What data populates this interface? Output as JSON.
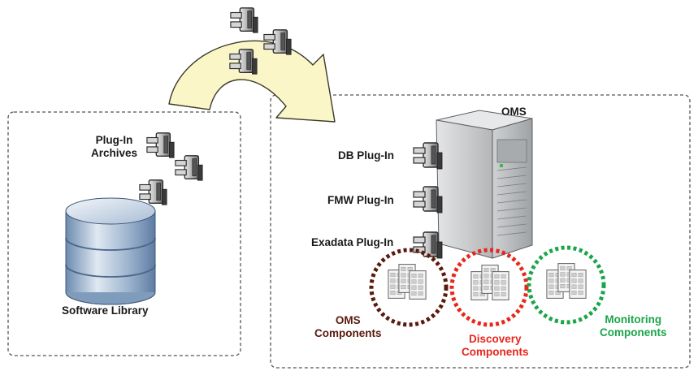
{
  "source": {
    "archives_label": "Plug-In\nArchives",
    "library_label": "Software Library"
  },
  "target": {
    "oms_label": "OMS",
    "plugins": [
      {
        "label": "DB Plug-In"
      },
      {
        "label": "FMW Plug-In"
      },
      {
        "label": "Exadata Plug-In"
      }
    ],
    "component_groups": [
      {
        "label": "OMS\nComponents",
        "color": "#5a1a0e"
      },
      {
        "label": "Discovery\nComponents",
        "color": "#e8261c"
      },
      {
        "label": "Monitoring\nComponents",
        "color": "#1aa54a"
      }
    ]
  },
  "colors": {
    "arrow_fill": "#fbf6c8",
    "arrow_stroke": "#3a3a2a",
    "box_border": "#555555",
    "database": "#8ca6c4",
    "server": "#b9bbbd"
  }
}
